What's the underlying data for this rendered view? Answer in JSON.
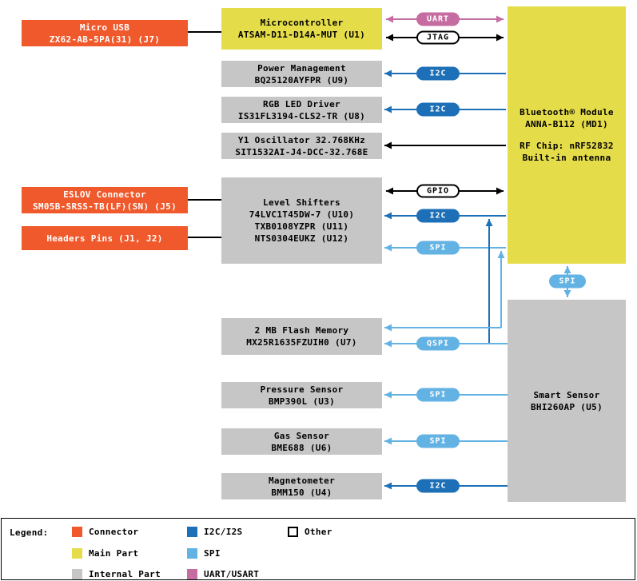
{
  "diagram": {
    "boxes": {
      "micro_usb": {
        "lines": [
          "Micro USB",
          "ZX62-AB-5PA(31) (J7)"
        ]
      },
      "eslov": {
        "lines": [
          "ESLOV Connector",
          "SM05B-SRSS-TB(LF)(SN) (J5)"
        ]
      },
      "headers": {
        "lines": [
          "Headers Pins (J1, J2)"
        ]
      },
      "microcontroller": {
        "lines": [
          "Microcontroller",
          "ATSAM-D11-D14A-MUT (U1)"
        ]
      },
      "power_management": {
        "lines": [
          "Power Management",
          "BQ25120AYFPR (U9)"
        ]
      },
      "rgb_led_driver": {
        "lines": [
          "RGB LED Driver",
          "IS31FL3194-CLS2-TR (U8)"
        ]
      },
      "oscillator": {
        "lines": [
          "Y1 Oscillator 32.768KHz",
          "SIT1532AI-J4-DCC-32.768E"
        ]
      },
      "level_shifters": {
        "lines": [
          "Level Shifters",
          "74LVC1T45DW-7 (U10)",
          "TXB0108YZPR (U11)",
          "NTS0304EUKZ (U12)"
        ]
      },
      "flash_memory": {
        "lines": [
          "2 MB Flash Memory",
          "MX25R1635FZUIH0 (U7)"
        ]
      },
      "pressure_sensor": {
        "lines": [
          "Pressure Sensor",
          "BMP390L (U3)"
        ]
      },
      "gas_sensor": {
        "lines": [
          "Gas Sensor",
          "BME688 (U6)"
        ]
      },
      "magnetometer": {
        "lines": [
          "Magnetometer",
          "BMM150 (U4)"
        ]
      },
      "bluetooth_module": {
        "lines": [
          "Bluetooth® Module",
          "ANNA-B112 (MD1)"
        ],
        "sublines": [
          "RF Chip: nRF52832",
          "Built-in antenna"
        ]
      },
      "smart_sensor": {
        "lines": [
          "Smart Sensor",
          "BHI260AP (U5)"
        ]
      }
    },
    "bus_labels": {
      "uart": "UART",
      "jtag": "JTAG",
      "i2c_pm": "I2C",
      "i2c_rgb": "I2C",
      "gpio": "GPIO",
      "i2c_ls": "I2C",
      "spi_ls": "SPI",
      "spi_ble": "SPI",
      "qspi": "QSPI",
      "spi_pressure": "SPI",
      "spi_gas": "SPI",
      "i2c_mag": "I2C"
    }
  },
  "legend": {
    "title": "Legend:",
    "items": [
      {
        "label": "Connector",
        "color": "#F0592B"
      },
      {
        "label": "Main Part",
        "color": "#E5DC49"
      },
      {
        "label": "Internal Part",
        "color": "#C6C6C6"
      },
      {
        "label": "I2C/I2S",
        "color": "#1D70B7"
      },
      {
        "label": "SPI",
        "color": "#63B2E4"
      },
      {
        "label": "UART/USART",
        "color": "#C56CA1"
      },
      {
        "label": "Other",
        "color": "#FFFFFF"
      }
    ]
  },
  "colors": {
    "connector": "#F0592B",
    "main_part": "#E5DC49",
    "internal_part": "#C6C6C6",
    "i2c": "#1D70B7",
    "spi": "#63B2E4",
    "uart": "#C56CA1",
    "wire": "#000000"
  }
}
